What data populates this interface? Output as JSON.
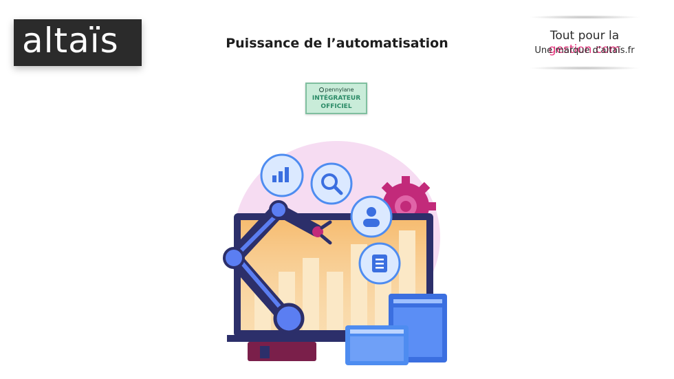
{
  "logo": {
    "text": "altaïs"
  },
  "header": {
    "title": "Puissance de l’automatisation"
  },
  "brand": {
    "line1_prefix": "Tout pour la ",
    "line1_accent": "gestion.com",
    "line2": "Une marque d'altaïs.fr"
  },
  "badge": {
    "brand": "pennylane",
    "line1": "INTÉGRATEUR",
    "line2": "OFFICIEL"
  },
  "colors": {
    "accent": "#e5317a",
    "logo_bg": "#2b2b2b",
    "badge_bg": "#c9ecd9",
    "badge_text": "#2a8a66"
  },
  "illustration": {
    "icons": [
      "bar-chart-icon",
      "search-icon",
      "user-icon",
      "document-list-icon",
      "gear-icon"
    ]
  }
}
